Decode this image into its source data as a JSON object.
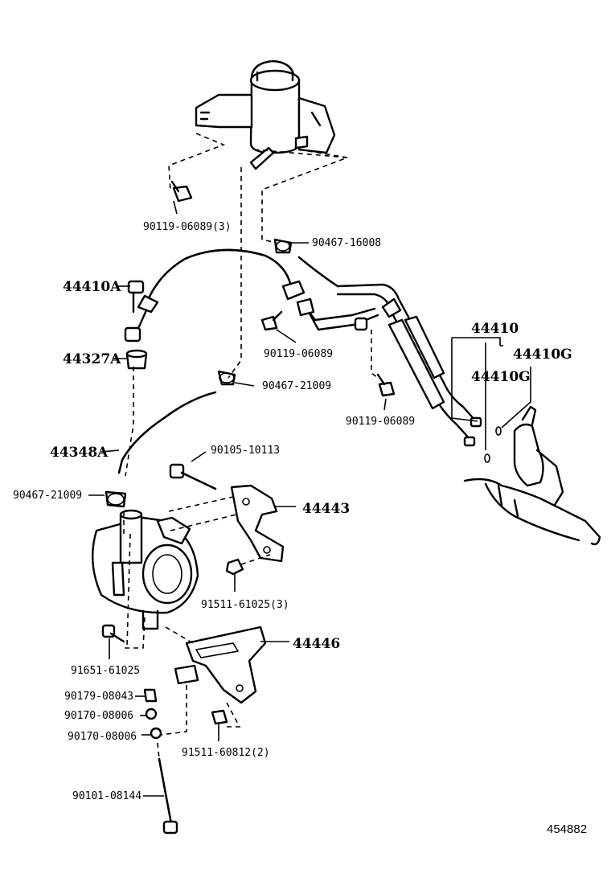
{
  "labels": {
    "p90119_06089_3": "90119-06089(3)",
    "p90467_16008": "90467-16008",
    "p44410A": "44410A",
    "p44327A": "44327A",
    "p90119_06089_a": "90119-06089",
    "p90467_21009_a": "90467-21009",
    "p44410": "44410",
    "p44410G_a": "44410G",
    "p44410G_b": "44410G",
    "p90119_06089_b": "90119-06089",
    "p44348A": "44348A",
    "p90105_10113": "90105-10113",
    "p90467_21009_b": "90467-21009",
    "p44443": "44443",
    "p91511_61025_3": "91511-61025(3)",
    "p44446": "44446",
    "p91651_61025": "91651-61025",
    "p90179_08043": "90179-08043",
    "p90170_08006_a": "90170-08006",
    "p90170_08006_b": "90170-08006",
    "p91511_60812_2": "91511-60812(2)",
    "p90101_08144": "90101-08144"
  },
  "reference_number": "454882"
}
